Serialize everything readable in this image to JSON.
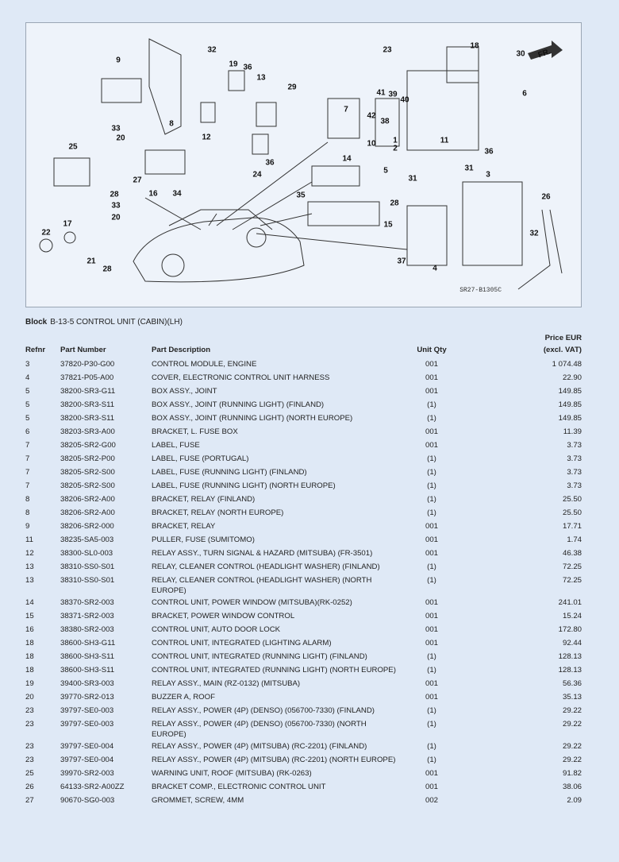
{
  "diagram": {
    "code": "SR27-B1305C",
    "direction_label": "FR.",
    "callouts": [
      "9",
      "8",
      "32",
      "19",
      "36",
      "13",
      "29",
      "12",
      "33",
      "20",
      "25",
      "27",
      "16",
      "34",
      "28",
      "33",
      "20",
      "17",
      "22",
      "21",
      "28",
      "24",
      "36",
      "7",
      "14",
      "35",
      "28",
      "15",
      "37",
      "4",
      "31",
      "31",
      "3",
      "26",
      "32",
      "23",
      "18",
      "30",
      "6",
      "41",
      "39",
      "40",
      "42",
      "38",
      "10",
      "1",
      "2",
      "11",
      "36",
      "5"
    ]
  },
  "block": {
    "label": "Block",
    "value": "B-13-5 CONTROL UNIT (CABIN)(LH)"
  },
  "table": {
    "headers": {
      "refnr": "Refnr",
      "part_number": "Part Number",
      "description": "Part Description",
      "qty": "Unit Qty",
      "price_line1": "Price EUR",
      "price_line2": "(excl. VAT)"
    },
    "rows": [
      [
        "3",
        "37820-P30-G00",
        "CONTROL MODULE, ENGINE",
        "001",
        "1 074.48"
      ],
      [
        "4",
        "37821-P05-A00",
        "COVER, ELECTRONIC CONTROL UNIT HARNESS",
        "001",
        "22.90"
      ],
      [
        "5",
        "38200-SR3-G11",
        "BOX ASSY., JOINT",
        "001",
        "149.85"
      ],
      [
        "5",
        "38200-SR3-S11",
        "BOX ASSY., JOINT (RUNNING LIGHT) (FINLAND)",
        "(1)",
        "149.85"
      ],
      [
        "5",
        "38200-SR3-S11",
        "BOX ASSY., JOINT (RUNNING LIGHT) (NORTH EUROPE)",
        "(1)",
        "149.85"
      ],
      [
        "6",
        "38203-SR3-A00",
        "BRACKET, L. FUSE BOX",
        "001",
        "11.39"
      ],
      [
        "7",
        "38205-SR2-G00",
        "LABEL, FUSE",
        "001",
        "3.73"
      ],
      [
        "7",
        "38205-SR2-P00",
        "LABEL, FUSE (PORTUGAL)",
        "(1)",
        "3.73"
      ],
      [
        "7",
        "38205-SR2-S00",
        "LABEL, FUSE (RUNNING LIGHT) (FINLAND)",
        "(1)",
        "3.73"
      ],
      [
        "7",
        "38205-SR2-S00",
        "LABEL, FUSE (RUNNING LIGHT) (NORTH EUROPE)",
        "(1)",
        "3.73"
      ],
      [
        "8",
        "38206-SR2-A00",
        "BRACKET, RELAY (FINLAND)",
        "(1)",
        "25.50"
      ],
      [
        "8",
        "38206-SR2-A00",
        "BRACKET, RELAY (NORTH EUROPE)",
        "(1)",
        "25.50"
      ],
      [
        "9",
        "38206-SR2-000",
        "BRACKET, RELAY",
        "001",
        "17.71"
      ],
      [
        "11",
        "38235-SA5-003",
        "PULLER, FUSE (SUMITOMO)",
        "001",
        "1.74"
      ],
      [
        "12",
        "38300-SL0-003",
        "RELAY ASSY., TURN SIGNAL & HAZARD (MITSUBA) (FR-3501)",
        "001",
        "46.38"
      ],
      [
        "13",
        "38310-SS0-S01",
        "RELAY, CLEANER CONTROL (HEADLIGHT WASHER) (FINLAND)",
        "(1)",
        "72.25"
      ],
      [
        "13",
        "38310-SS0-S01",
        "RELAY, CLEANER CONTROL (HEADLIGHT WASHER) (NORTH EUROPE)",
        "(1)",
        "72.25"
      ],
      [
        "14",
        "38370-SR2-003",
        "CONTROL UNIT, POWER WINDOW (MITSUBA)(RK-0252)",
        "001",
        "241.01"
      ],
      [
        "15",
        "38371-SR2-003",
        "BRACKET, POWER WINDOW CONTROL",
        "001",
        "15.24"
      ],
      [
        "16",
        "38380-SR2-003",
        "CONTROL UNIT, AUTO DOOR LOCK",
        "001",
        "172.80"
      ],
      [
        "18",
        "38600-SH3-G11",
        "CONTROL UNIT, INTEGRATED (LIGHTING ALARM)",
        "001",
        "92.44"
      ],
      [
        "18",
        "38600-SH3-S11",
        "CONTROL UNIT, INTEGRATED (RUNNING LIGHT) (FINLAND)",
        "(1)",
        "128.13"
      ],
      [
        "18",
        "38600-SH3-S11",
        "CONTROL UNIT, INTEGRATED (RUNNING LIGHT) (NORTH EUROPE)",
        "(1)",
        "128.13"
      ],
      [
        "19",
        "39400-SR3-003",
        "RELAY ASSY., MAIN (RZ-0132) (MITSUBA)",
        "001",
        "56.36"
      ],
      [
        "20",
        "39770-SR2-013",
        "BUZZER A, ROOF",
        "001",
        "35.13"
      ],
      [
        "23",
        "39797-SE0-003",
        "RELAY ASSY., POWER (4P) (DENSO) (056700-7330) (FINLAND)",
        "(1)",
        "29.22"
      ],
      [
        "23",
        "39797-SE0-003",
        "RELAY ASSY., POWER (4P) (DENSO) (056700-7330) (NORTH EUROPE)",
        "(1)",
        "29.22"
      ],
      [
        "23",
        "39797-SE0-004",
        "RELAY ASSY., POWER (4P) (MITSUBA) (RC-2201) (FINLAND)",
        "(1)",
        "29.22"
      ],
      [
        "23",
        "39797-SE0-004",
        "RELAY ASSY., POWER (4P) (MITSUBA) (RC-2201) (NORTH EUROPE)",
        "(1)",
        "29.22"
      ],
      [
        "25",
        "39970-SR2-003",
        "WARNING UNIT, ROOF (MITSUBA) (RK-0263)",
        "001",
        "91.82"
      ],
      [
        "26",
        "64133-SR2-A00ZZ",
        "BRACKET COMP., ELECTRONIC CONTROL UNIT",
        "001",
        "38.06"
      ],
      [
        "27",
        "90670-SG0-003",
        "GROMMET, SCREW, 4MM",
        "002",
        "2.09"
      ]
    ]
  }
}
